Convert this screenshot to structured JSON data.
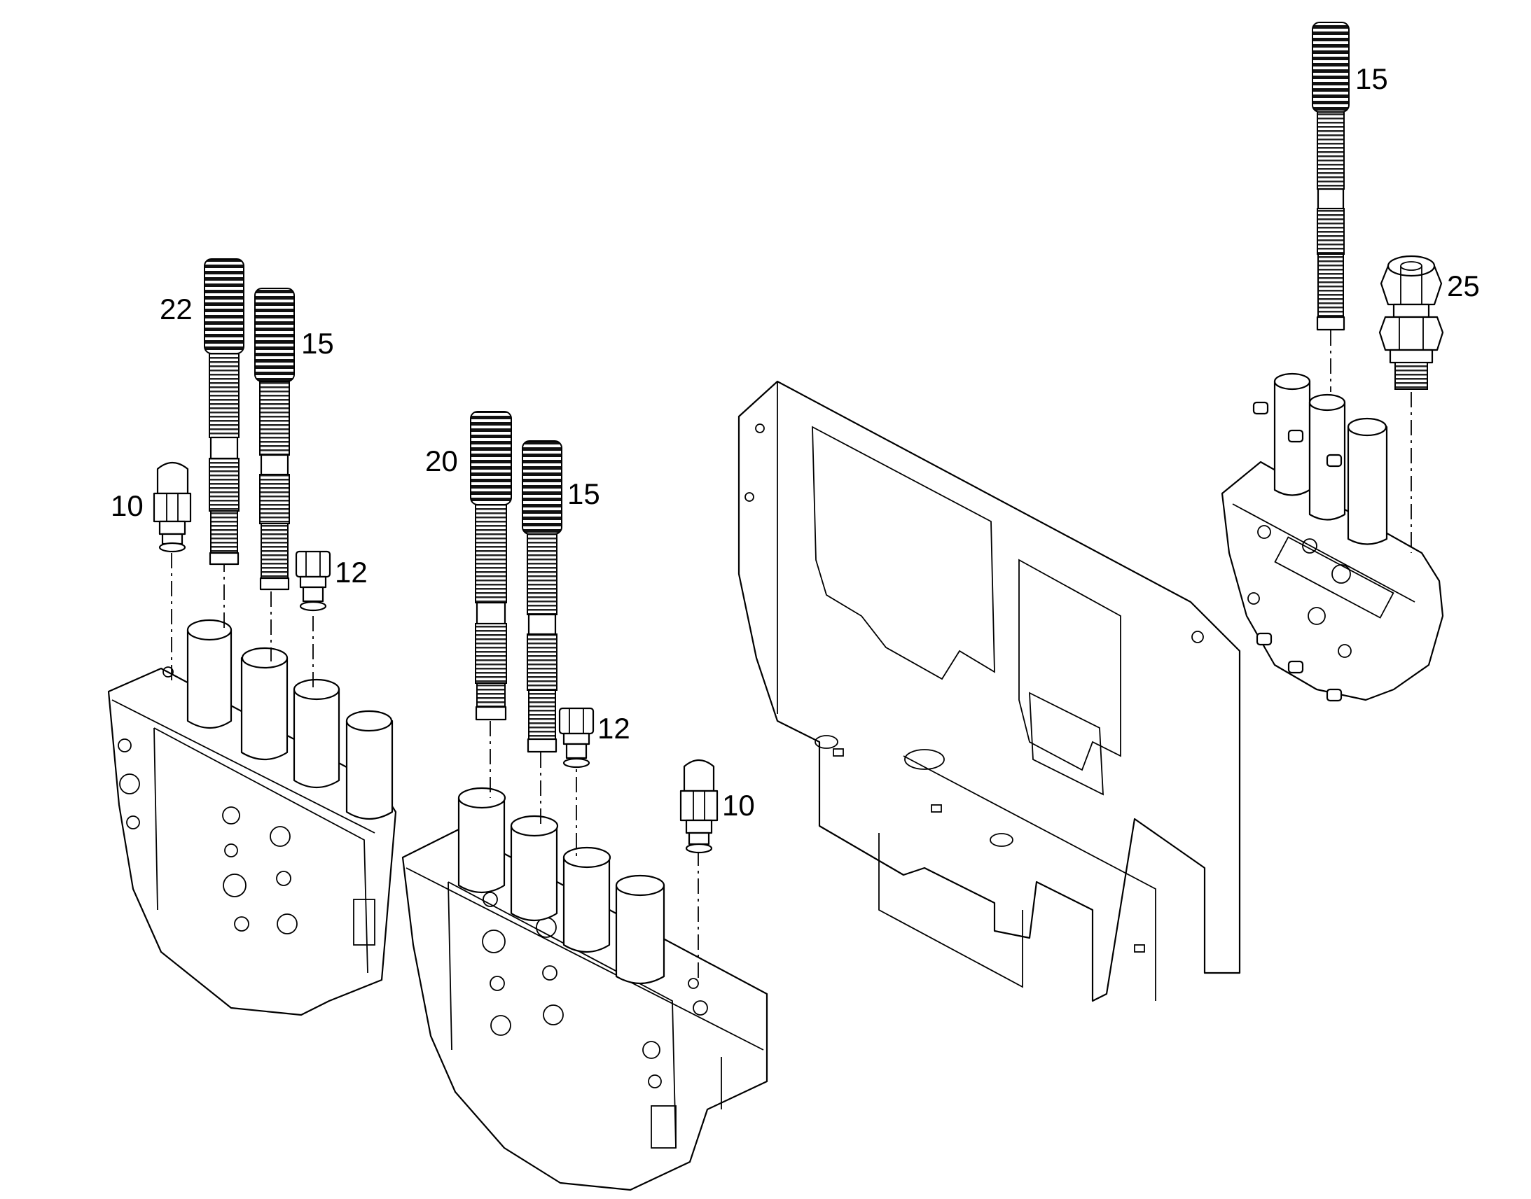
{
  "diagram": {
    "background": "#ffffff",
    "line_color": "#000000",
    "callouts": [
      {
        "id": "c22",
        "text": "22"
      },
      {
        "id": "c15a",
        "text": "15"
      },
      {
        "id": "c10a",
        "text": "10"
      },
      {
        "id": "c12a",
        "text": "12"
      },
      {
        "id": "c20",
        "text": "20"
      },
      {
        "id": "c15b",
        "text": "15"
      },
      {
        "id": "c12b",
        "text": "12"
      },
      {
        "id": "c10b",
        "text": "10"
      },
      {
        "id": "c15c",
        "text": "15"
      },
      {
        "id": "c25",
        "text": "25"
      }
    ]
  }
}
